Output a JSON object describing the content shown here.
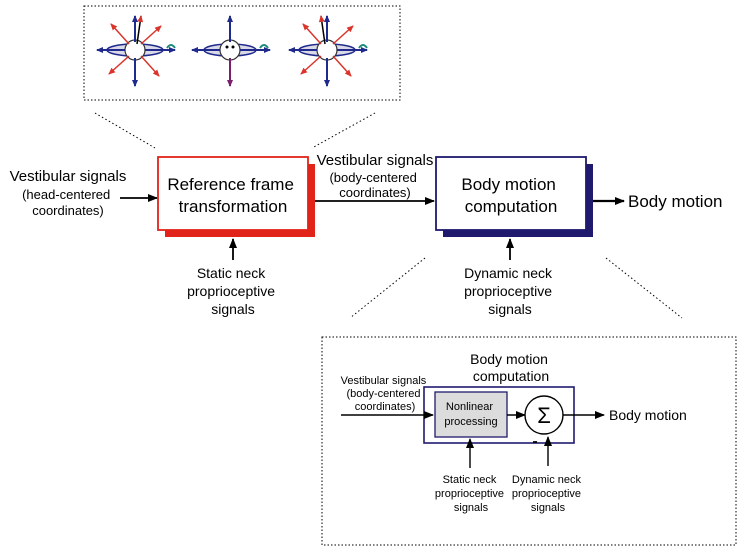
{
  "top_inset": {
    "figures": [
      "head-orientation-1",
      "head-orientation-2",
      "head-orientation-3"
    ]
  },
  "main": {
    "input_label": [
      "Vestibular signals",
      "(head-centered",
      "coordinates)"
    ],
    "box1_label": [
      "Reference frame",
      "transformation"
    ],
    "mid_label": [
      "Vestibular signals",
      "(body-centered",
      "coordinates)"
    ],
    "box2_label": [
      "Body motion",
      "computation"
    ],
    "output_label": "Body motion",
    "static_neck": [
      "Static neck",
      "proprioceptive",
      "signals"
    ],
    "dynamic_neck": [
      "Dynamic neck",
      "proprioceptive",
      "signals"
    ]
  },
  "detail": {
    "title": [
      "Body motion",
      "computation"
    ],
    "input_label": [
      "Vestibular signals",
      "(body-centered",
      "coordinates)"
    ],
    "nonlinear_label": [
      "Nonlinear",
      "processing"
    ],
    "sum_symbol": "Σ",
    "minus_sign": "-",
    "output_label": "Body motion",
    "static_neck": [
      "Static neck",
      "proprioceptive",
      "signals"
    ],
    "dynamic_neck": [
      "Dynamic neck",
      "proprioceptive",
      "signals"
    ]
  },
  "colors": {
    "red_box": "#e2231a",
    "navy_box": "#1f1a6e",
    "arrow_blue": "#1f2a8c",
    "arrow_red": "#d9352b",
    "arrow_purple": "#7a1f6e",
    "nonlinear_fill": "#dcdcdc",
    "teal": "#1f8a7a"
  }
}
